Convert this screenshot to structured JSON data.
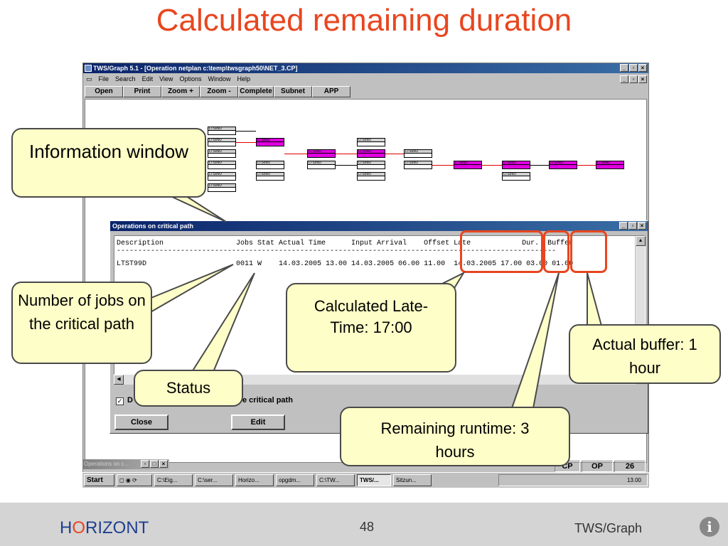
{
  "slide": {
    "title": "Calculated remaining duration"
  },
  "app": {
    "title": "TWS/Graph 5.1  - [Operation netplan c:\\temp\\twsgraph50\\NET_3.CP]",
    "menu": [
      "File",
      "Search",
      "Edit",
      "View",
      "Options",
      "Window",
      "Help"
    ],
    "toolbar": [
      "Open",
      "Print",
      "Zoom +",
      "Zoom -",
      "Complete",
      "Subnet",
      "APP"
    ],
    "node_label": "LTS99D"
  },
  "dialog": {
    "title": "Operations on critical path",
    "header": "Description                 Jobs Stat Actual Time      Input Arrival    Offset Late            Dur.  Buffer",
    "separator": "-------------------------------------------------------------------------------------------------------",
    "row": "LTST99D                     0011 W    14.03.2005 13.00 14.03.2005 06.00 11.00  14.03.2005 17.00 03.00 01.00",
    "checkbox_label": "D",
    "checkbox_label_tail": "e critical path",
    "checkbox_checked": "✓",
    "close_button": "Close",
    "edit_button": "Edit"
  },
  "minimized": {
    "label": "Operations on c..."
  },
  "status": [
    "CP",
    "OP",
    "26"
  ],
  "taskbar": {
    "start": "Start",
    "tasks": [
      "C:\\Eig...",
      "C:\\ser...",
      "Horizo...",
      "opgdm...",
      "C:\\TW...",
      "TWS/...",
      "Sitzun..."
    ],
    "clock": "13.00"
  },
  "callouts": {
    "info_window": "Information window",
    "jobs": "Number of jobs on the critical path",
    "status": "Status",
    "late": "Calculated Late-Time: 17:00",
    "buffer": "Actual buffer: 1 hour",
    "runtime": "Remaining  runtime: 3 hours"
  },
  "footer": {
    "logo_h": "H",
    "logo_o": "O",
    "logo_rest": "RIZONT",
    "page": "48",
    "product": "TWS/Graph",
    "info_icon": "i"
  },
  "colors": {
    "accent": "#e8461f",
    "callout_bg": "#fefec8",
    "critical_node": "#e000e0"
  }
}
